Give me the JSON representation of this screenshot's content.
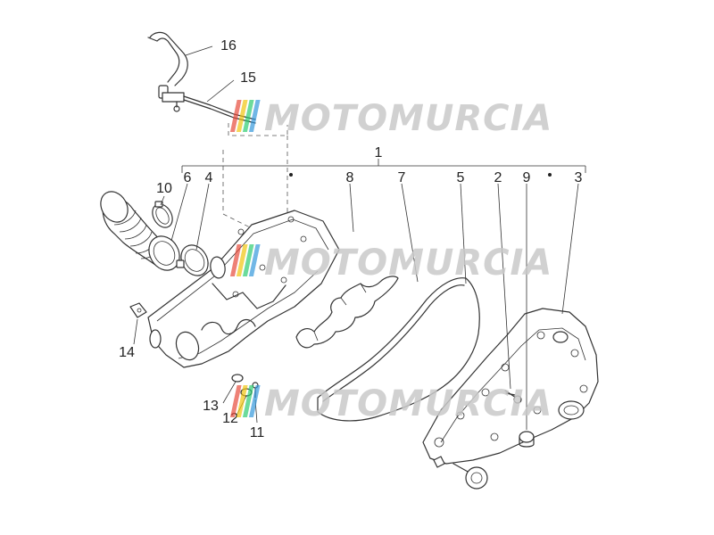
{
  "watermark": {
    "brand": "MOTOMURCIA",
    "stripe_colors": [
      "#e74c3c",
      "#f1c40f",
      "#2ecc71",
      "#3498db"
    ]
  },
  "callouts": [
    {
      "id": "1",
      "label": "1"
    },
    {
      "id": "2",
      "label": "2"
    },
    {
      "id": "3",
      "label": "3"
    },
    {
      "id": "4",
      "label": "4"
    },
    {
      "id": "5",
      "label": "5"
    },
    {
      "id": "6",
      "label": "6"
    },
    {
      "id": "7",
      "label": "7"
    },
    {
      "id": "8",
      "label": "8"
    },
    {
      "id": "9",
      "label": "9"
    },
    {
      "id": "10",
      "label": "10"
    },
    {
      "id": "11",
      "label": "11"
    },
    {
      "id": "12",
      "label": "12"
    },
    {
      "id": "13",
      "label": "13"
    },
    {
      "id": "14",
      "label": "14"
    },
    {
      "id": "15",
      "label": "15"
    },
    {
      "id": "16",
      "label": "16"
    }
  ]
}
